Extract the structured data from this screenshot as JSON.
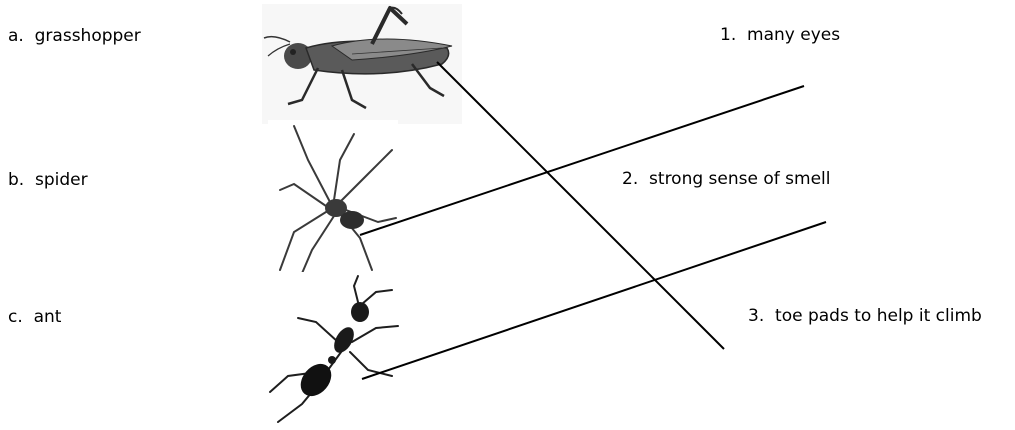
{
  "left_items": [
    {
      "marker": "a.",
      "text": "grasshopper",
      "icon": "grasshopper-icon"
    },
    {
      "marker": "b.",
      "text": "spider",
      "icon": "spider-icon"
    },
    {
      "marker": "c.",
      "text": "ant",
      "icon": "ant-icon"
    }
  ],
  "right_items": [
    {
      "marker": "1.",
      "text": "many eyes"
    },
    {
      "marker": "2.",
      "text": "strong sense of smell"
    },
    {
      "marker": "3.",
      "text": "toe pads to help it climb"
    }
  ],
  "matches": [
    {
      "from": "a",
      "to": "3"
    },
    {
      "from": "b",
      "to": "1"
    },
    {
      "from": "c",
      "to": "2"
    }
  ],
  "colors": {
    "text": "#000000",
    "line": "#000000",
    "background": "#ffffff"
  }
}
